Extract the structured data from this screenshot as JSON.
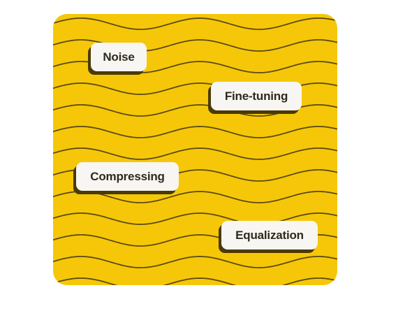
{
  "card": {
    "background_color": "#F6C708",
    "wave_color": "#5A4A12",
    "wave_count": 14
  },
  "labels": [
    {
      "text": "Noise"
    },
    {
      "text": "Fine-tuning"
    },
    {
      "text": "Compressing"
    },
    {
      "text": "Equalization"
    }
  ],
  "colors": {
    "pill_background": "#F7F6F2",
    "pill_shadow": "#4A3A06",
    "pill_text": "#2E2A1E"
  }
}
